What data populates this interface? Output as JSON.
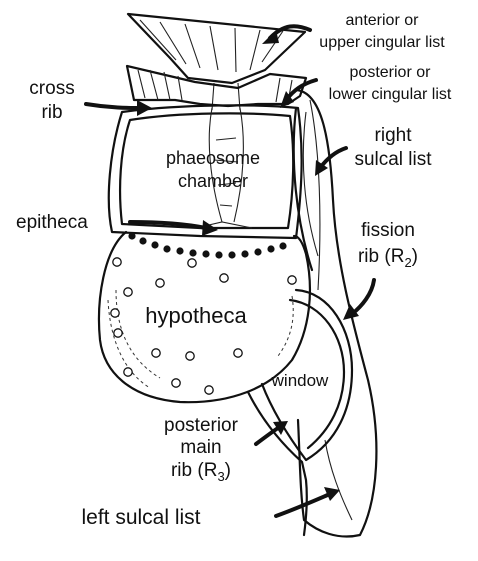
{
  "labels": {
    "anterior_list": [
      "anterior or",
      "upper cingular list"
    ],
    "posterior_list": [
      "posterior or",
      "lower cingular list"
    ],
    "cross_rib": [
      "cross",
      "rib"
    ],
    "right_sulcal": [
      "right",
      "sulcal list"
    ],
    "phaeosome": [
      "phaeosome",
      "chamber"
    ],
    "epitheca": "epitheca",
    "fission_rib": [
      "fission",
      "rib (R",
      "2",
      ")"
    ],
    "hypotheca": "hypotheca",
    "window": "window",
    "posterior_main_rib": [
      "posterior",
      "main",
      "rib (R",
      "3",
      ")"
    ],
    "left_sulcal": "left sulcal list"
  },
  "colors": {
    "ink": "#111111",
    "background": "#ffffff"
  }
}
